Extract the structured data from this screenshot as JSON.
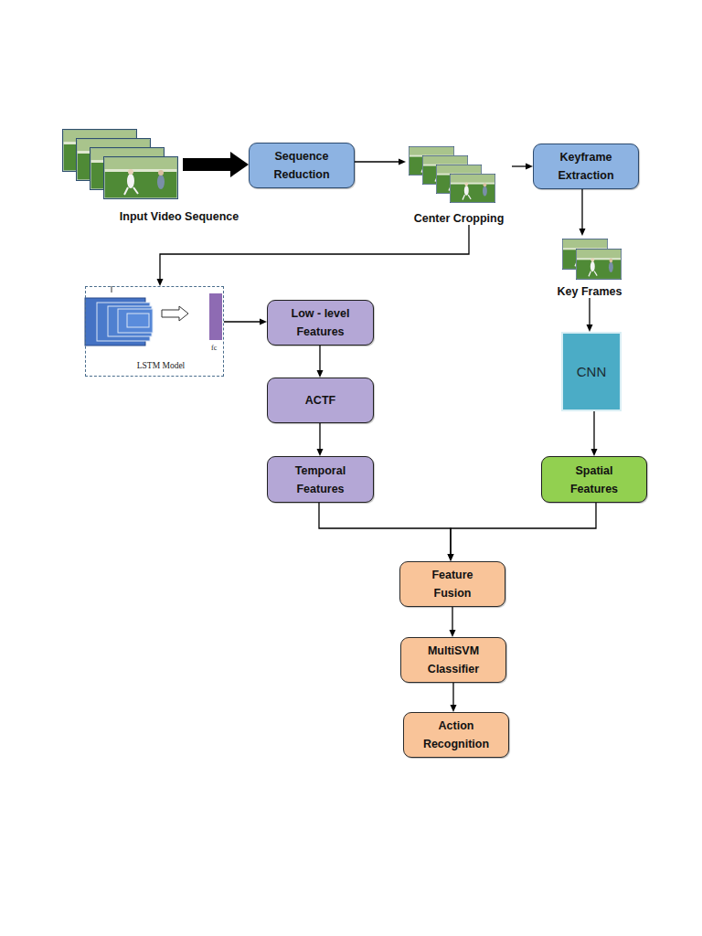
{
  "diagram": {
    "nodes": [
      {
        "text": [
          "Input Video Sequence"
        ]
      },
      {
        "text": [
          "Sequence Reduction"
        ]
      },
      {
        "text": [
          "Center Cropping"
        ]
      },
      {
        "text": [
          "Keyframe Extraction"
        ]
      },
      {
        "text": [
          "Key Frames"
        ]
      },
      {
        "text": [
          "LSTM Model"
        ]
      },
      {
        "text": [
          "Low - level Features"
        ]
      },
      {
        "text": [
          "CNN"
        ]
      },
      {
        "text": [
          "ACTF"
        ]
      },
      {
        "text": [
          "Temporal Features"
        ]
      },
      {
        "text": [
          "Spatial Features"
        ]
      },
      {
        "text": [
          "Feature Fusion"
        ]
      },
      {
        "text": [
          "MultiSVM Classifier"
        ]
      },
      {
        "text": [
          "Action Recognition"
        ]
      }
    ],
    "edges": [
      {
        "from": 0,
        "to": 1,
        "arrow": "to"
      },
      {
        "from": 1,
        "to": 2,
        "arrow": "to"
      },
      {
        "from": 2,
        "to": 3,
        "arrow": "to"
      },
      {
        "from": 3,
        "to": 4,
        "arrow": "to"
      },
      {
        "from": 2,
        "to": 5,
        "arrow": "to"
      },
      {
        "from": 5,
        "to": 6,
        "arrow": "to"
      },
      {
        "from": 6,
        "to": 8,
        "arrow": "to"
      },
      {
        "from": 4,
        "to": 7,
        "arrow": "to"
      },
      {
        "from": 8,
        "to": 9,
        "arrow": "to"
      },
      {
        "from": 7,
        "to": 10,
        "arrow": "to"
      },
      {
        "from": 9,
        "to": 11,
        "arrow": "to"
      },
      {
        "from": 10,
        "to": 11,
        "arrow": "to"
      },
      {
        "from": 11,
        "to": 12,
        "arrow": "to"
      },
      {
        "from": 12,
        "to": 13,
        "arrow": "to"
      }
    ],
    "labels": [
      "fc"
    ]
  }
}
